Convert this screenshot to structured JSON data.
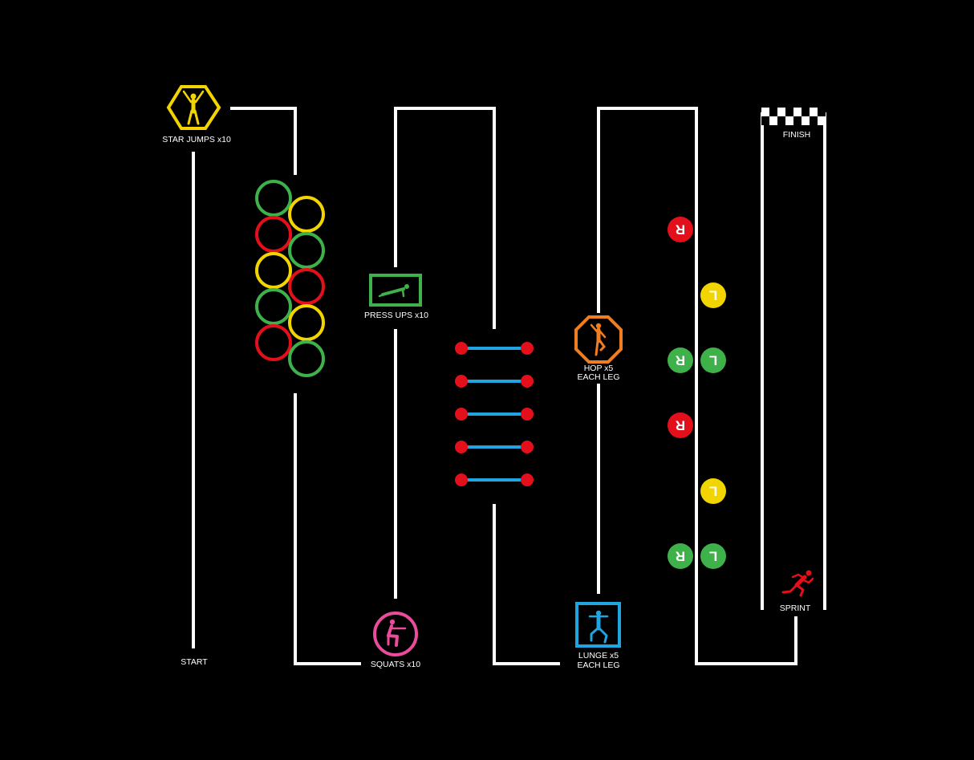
{
  "labels": {
    "start": "START",
    "star_jumps": "STAR JUMPS x10",
    "press_ups": "PRESS UPS x10",
    "squats": "SQUATS x10",
    "hop_line1": "HOP x5",
    "hop_line2": "EACH LEG",
    "lunge_line1": "LUNGE x5",
    "lunge_line2": "EACH LEG",
    "sprint": "SPRINT",
    "finish": "FINISH"
  },
  "stepping_stones": [
    {
      "letter": "R",
      "color": "#e3101b"
    },
    {
      "letter": "L",
      "color": "#f2d500"
    },
    {
      "letter": "R",
      "color": "#3fb14a"
    },
    {
      "letter": "L",
      "color": "#3fb14a"
    },
    {
      "letter": "R",
      "color": "#e3101b"
    },
    {
      "letter": "L",
      "color": "#f2d500"
    },
    {
      "letter": "R",
      "color": "#3fb14a"
    },
    {
      "letter": "L",
      "color": "#3fb14a"
    }
  ],
  "colors": {
    "background": "#000000",
    "line": "#ffffff",
    "yellow": "#f2d500",
    "green": "#3fb14a",
    "red": "#e3101b",
    "pink": "#ea4c9b",
    "orange": "#f07d20",
    "blue": "#1fa6e0",
    "ladder_rung": "#1fa6e0",
    "ladder_end": "#e3101b"
  },
  "icons": {
    "star_jumps": "star-jump-figure-icon",
    "press_ups": "press-up-figure-icon",
    "squats": "squat-figure-icon",
    "hop": "hop-figure-icon",
    "lunge": "lunge-figure-icon",
    "sprint": "sprinter-icon",
    "finish": "checkered-flag-icon"
  }
}
